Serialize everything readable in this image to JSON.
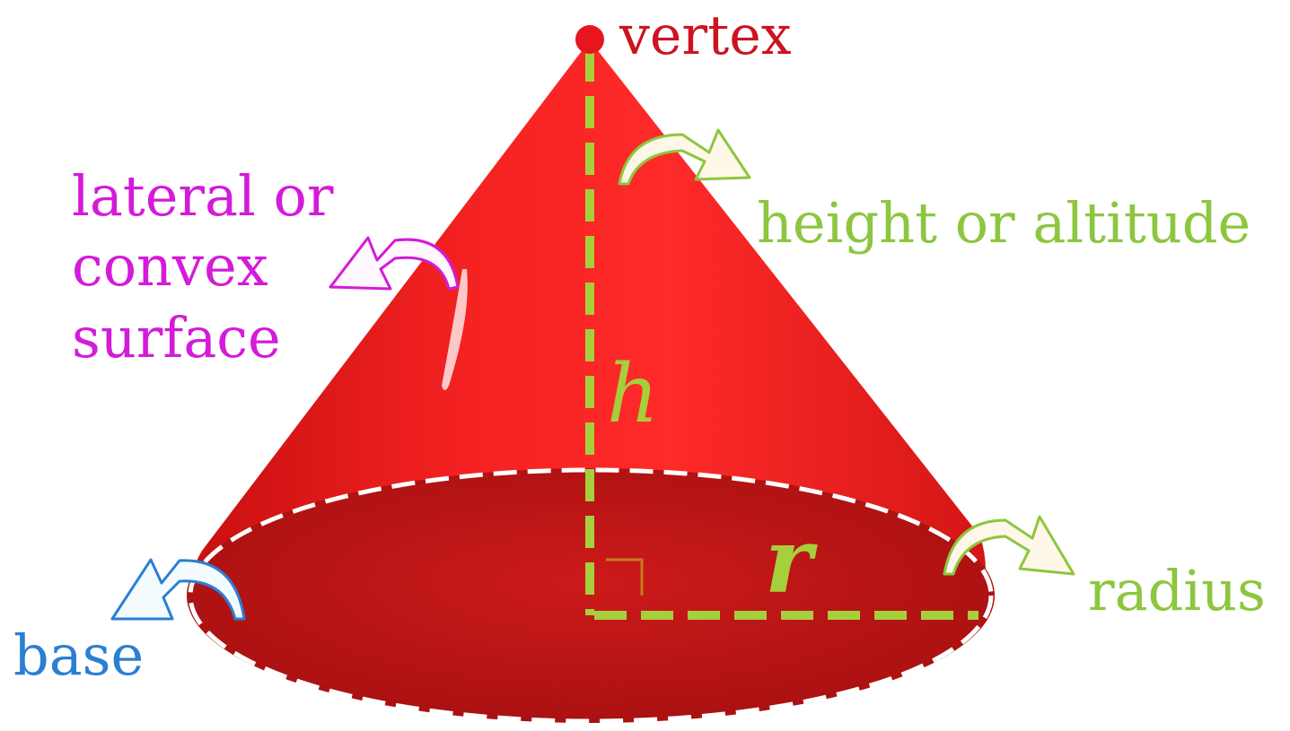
{
  "labels": {
    "vertex": "vertex",
    "height": "height or altitude",
    "lateral_line1": "lateral or",
    "lateral_line2": "convex",
    "lateral_line3": "surface",
    "radius": "radius",
    "base": "base",
    "h_symbol": "h",
    "r_symbol": "r"
  },
  "colors": {
    "cone_red": "#ee1c1c",
    "cone_dark_red": "#b81414",
    "base_red": "#c41818",
    "vertex": "#d8141e",
    "height": "#8dc63f",
    "lateral": "#d31bd9",
    "radius": "#8dc63f",
    "base": "#2a7fd4",
    "dashed_edge": "#ffffff"
  },
  "icons": {
    "height_arrow": "curved-arrow-right-icon",
    "lateral_arrow": "curved-arrow-left-icon",
    "radius_arrow": "curved-arrow-right-icon",
    "base_arrow": "curved-arrow-left-icon",
    "right_angle": "right-angle-icon"
  }
}
